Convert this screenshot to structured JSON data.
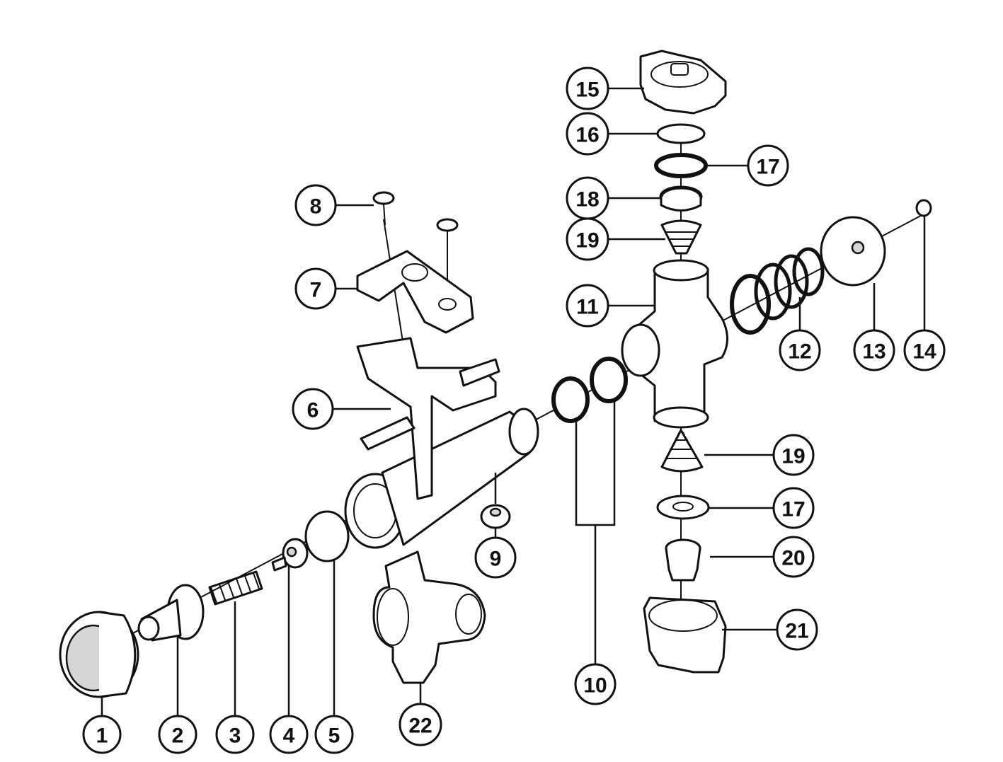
{
  "callouts": [
    {
      "label": "1"
    },
    {
      "label": "2"
    },
    {
      "label": "3"
    },
    {
      "label": "4"
    },
    {
      "label": "5"
    },
    {
      "label": "6"
    },
    {
      "label": "7"
    },
    {
      "label": "8"
    },
    {
      "label": "9"
    },
    {
      "label": "10"
    },
    {
      "label": "11"
    },
    {
      "label": "12"
    },
    {
      "label": "13"
    },
    {
      "label": "14"
    },
    {
      "label": "15"
    },
    {
      "label": "16"
    },
    {
      "label": "17"
    },
    {
      "label": "18"
    },
    {
      "label": "19"
    },
    {
      "label": "17"
    },
    {
      "label": "19"
    },
    {
      "label": "20"
    },
    {
      "label": "21"
    },
    {
      "label": "22"
    }
  ]
}
